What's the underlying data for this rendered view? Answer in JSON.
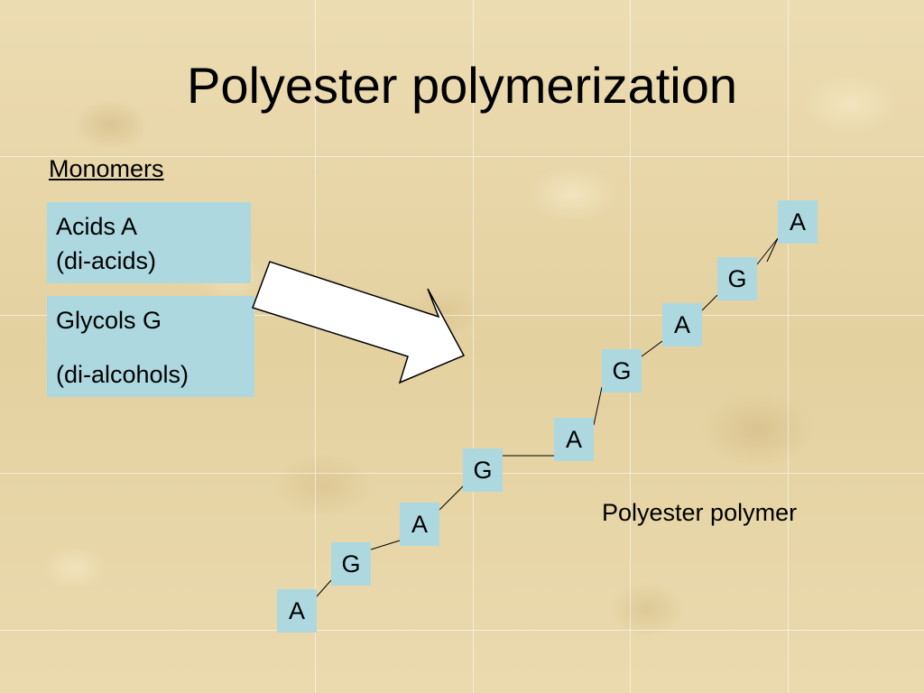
{
  "title": "Polyester polymerization",
  "monomers": {
    "label": "Monomers",
    "acids": {
      "line1": "Acids A",
      "line2": "(di-acids)"
    },
    "glycols": {
      "line1": "Glycols G",
      "line2": "(di-alcohols)"
    }
  },
  "polymer": {
    "label": "Polyester polymer",
    "units": [
      "A",
      "G",
      "A",
      "G",
      "A",
      "G",
      "A",
      "G",
      "A"
    ]
  },
  "colors": {
    "box_fill": "#add8e0",
    "background": "#e8d7a8",
    "arrow_fill": "#ffffff",
    "arrow_stroke": "#000000"
  },
  "icons": {
    "arrow": "block-arrow-right"
  }
}
